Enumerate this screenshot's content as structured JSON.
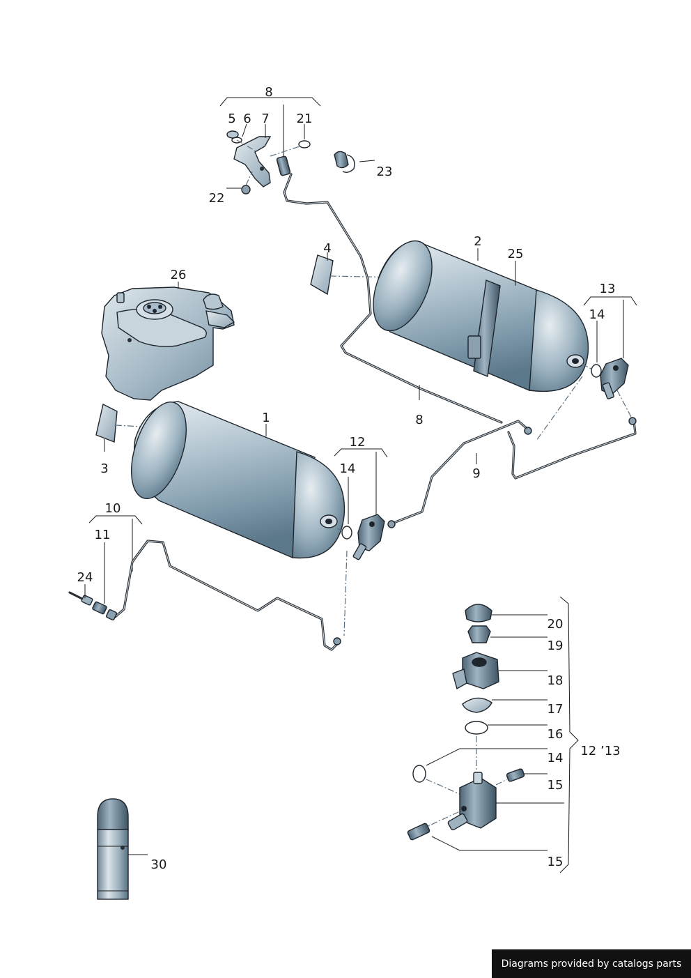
{
  "credit": "Diagrams provided by catalogs parts",
  "colors": {
    "metal": "#9fb4c2",
    "metal_dark": "#5e7b8f",
    "line": "#1a1a1a"
  },
  "callouts": {
    "c1": "1",
    "c2": "2",
    "c3": "3",
    "c4": "4",
    "c5": "5",
    "c6": "6",
    "c7": "7",
    "c8a": "8",
    "c8b": "8",
    "c9": "9",
    "c10": "10",
    "c11": "11",
    "c12": "12",
    "c13": "13",
    "c14a": "14",
    "c14b": "14",
    "c14c": "14",
    "c15a": "15",
    "c15b": "15",
    "c16": "16",
    "c17": "17",
    "c18": "18",
    "c19": "19",
    "c20": "20",
    "c21": "21",
    "c22": "22",
    "c23": "23",
    "c24": "24",
    "c25": "25",
    "c26": "26",
    "c30": "30",
    "c1213": "12 ’13"
  }
}
